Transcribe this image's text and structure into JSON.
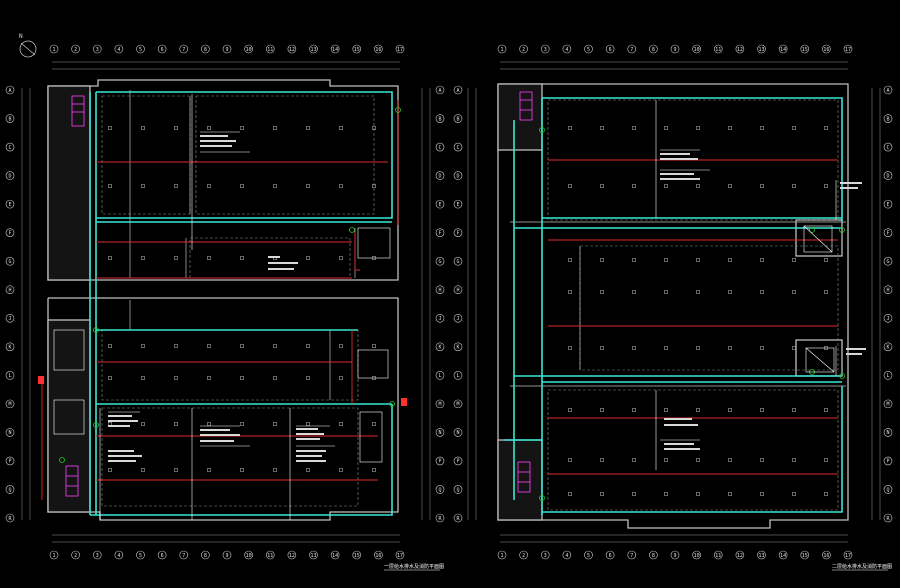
{
  "drawing": {
    "background": "#000000",
    "colors": {
      "wall": "#bfbfbf",
      "outline": "#8a8a8a",
      "main_pipe": "#39e6d6",
      "branch_pipe": "#e02a2a",
      "annotation": "#ffffff",
      "dimension": "#9a9a9a",
      "stair": "#ff40ff",
      "equipment": "#22cc22"
    },
    "north_arrow_label": "N",
    "left_plan": {
      "title": "一层给水排水及消防平面图",
      "column_axes_top": [
        "1",
        "2",
        "3",
        "4",
        "5",
        "6",
        "7",
        "8",
        "9",
        "10",
        "11",
        "12",
        "13",
        "14",
        "15",
        "16",
        "17"
      ],
      "row_axes_left": [
        "A",
        "B",
        "C",
        "D",
        "E",
        "F",
        "G",
        "H",
        "J",
        "K",
        "L",
        "M",
        "N",
        "P",
        "Q",
        "R"
      ]
    },
    "right_plan": {
      "title": "二层给水排水及消防平面图",
      "column_axes_top": [
        "1",
        "2",
        "3",
        "4",
        "5",
        "6",
        "7",
        "8",
        "9",
        "10",
        "11",
        "12",
        "13",
        "14",
        "15",
        "16",
        "17"
      ],
      "row_axes_left": [
        "A",
        "B",
        "C",
        "D",
        "E",
        "F",
        "G",
        "H",
        "J",
        "K",
        "L",
        "M",
        "N",
        "P",
        "Q",
        "R"
      ]
    }
  }
}
